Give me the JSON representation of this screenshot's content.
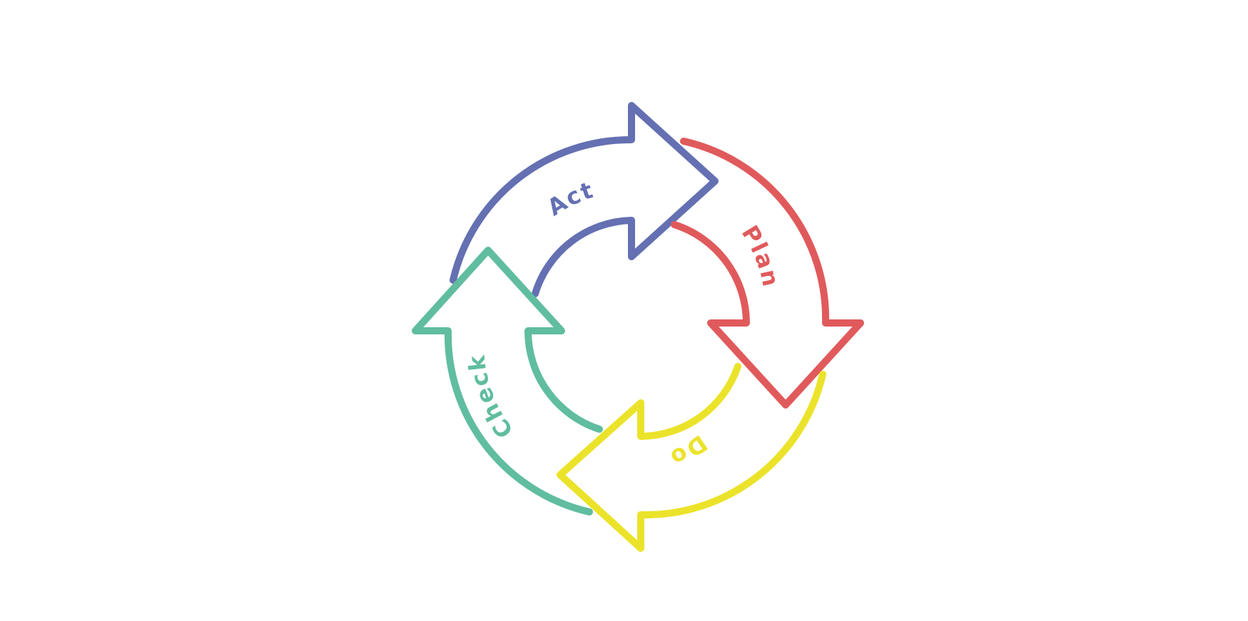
{
  "diagram": {
    "stages": [
      {
        "id": "act",
        "label": "Act",
        "color": "#6470b2"
      },
      {
        "id": "plan",
        "label": "Plan",
        "color": "#e05a5c"
      },
      {
        "id": "do",
        "label": "Do",
        "color": "#ebe32a"
      },
      {
        "id": "check",
        "label": "Check",
        "color": "#60bd9f"
      }
    ]
  }
}
